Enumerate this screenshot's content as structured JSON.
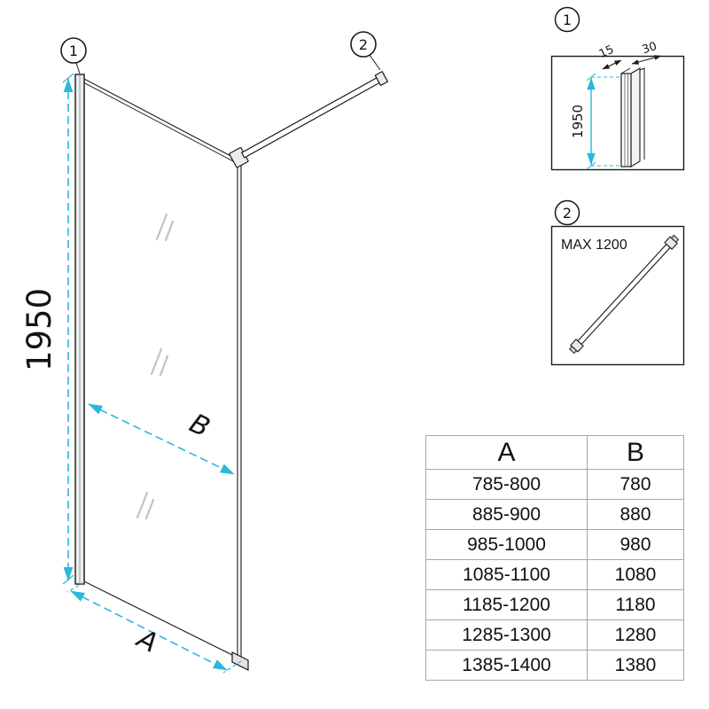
{
  "main": {
    "callout1": "1",
    "callout2": "2",
    "dim_height": "1950",
    "dim_b": "B",
    "dim_a": "A"
  },
  "detail1": {
    "callout": "1",
    "dim_width": "15",
    "dim_depth": "30",
    "dim_height": "1950"
  },
  "detail2": {
    "callout": "2",
    "max_label": "MAX 1200"
  },
  "table": {
    "headers": [
      "A",
      "B"
    ],
    "rows": [
      [
        "785-800",
        "780"
      ],
      [
        "885-900",
        "880"
      ],
      [
        "985-1000",
        "980"
      ],
      [
        "1085-1100",
        "1080"
      ],
      [
        "1185-1200",
        "1180"
      ],
      [
        "1285-1300",
        "1280"
      ],
      [
        "1385-1400",
        "1380"
      ]
    ]
  },
  "colors": {
    "dimension": "#2bb8d9",
    "line": "#1a1a1a",
    "table_border": "#a6a6a6"
  }
}
